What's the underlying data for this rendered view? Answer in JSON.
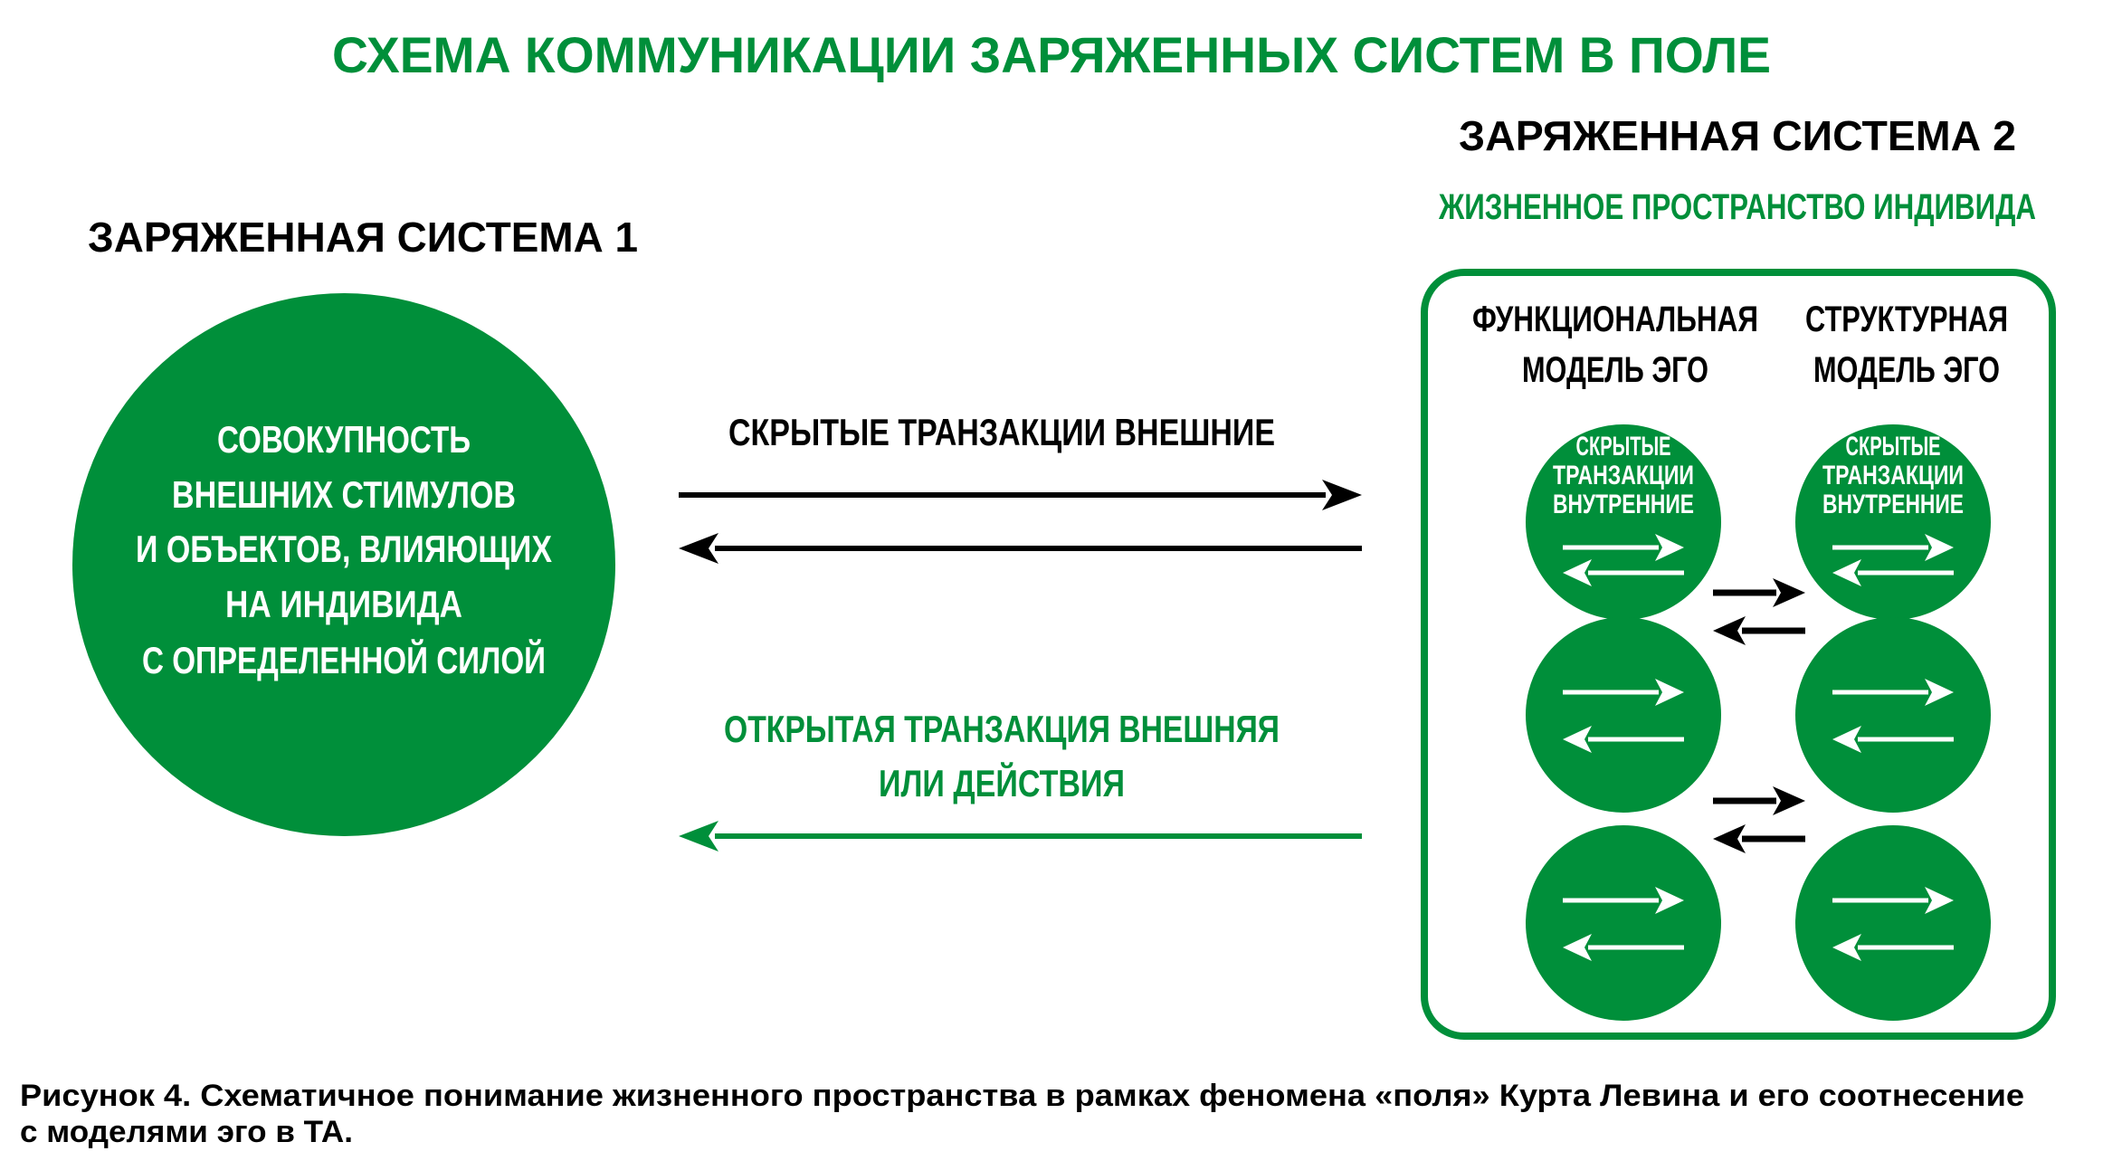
{
  "title": "СХЕМА КОММУНИКАЦИИ ЗАРЯЖЕННЫХ СИСТЕМ В ПОЛЕ",
  "system1": {
    "heading": "ЗАРЯЖЕННАЯ СИСТЕМА 1",
    "circle_lines": [
      "СОВОКУПНОСТЬ",
      "ВНЕШНИХ СТИМУЛОВ",
      "И ОБЪЕКТОВ, ВЛИЯЮЩИХ",
      "НА ИНДИВИДА",
      "С ОПРЕДЕЛЕННОЙ СИЛОЙ"
    ]
  },
  "system2": {
    "heading": "ЗАРЯЖЕННАЯ СИСТЕМА 2",
    "subheading": "ЖИЗНЕННОЕ ПРОСТРАНСТВО ИНДИВИДА",
    "functional": [
      "ФУНКЦИОНАЛЬНАЯ",
      "МОДЕЛЬ ЭГО"
    ],
    "structural": [
      "СТРУКТУРНАЯ",
      "МОДЕЛЬ ЭГО"
    ],
    "inner_label": [
      "СКРЫТЫЕ",
      "ТРАНЗАКЦИИ",
      "ВНУТРЕННИЕ"
    ]
  },
  "links": {
    "hidden_external": "СКРЫТЫЕ ТРАНЗАКЦИИ ВНЕШНИЕ",
    "open_external": [
      "ОТКРЫТАЯ ТРАНЗАКЦИЯ ВНЕШНЯЯ",
      "ИЛИ ДЕЙСТВИЯ"
    ]
  },
  "caption": [
    "Рисунок 4. Схематичное понимание жизненного пространства в рамках феномена «поля» Курта Левина и его соотнесение",
    "с моделями эго в ТА."
  ],
  "colors": {
    "green": "#008f3a",
    "black": "#000000",
    "white": "#ffffff"
  }
}
